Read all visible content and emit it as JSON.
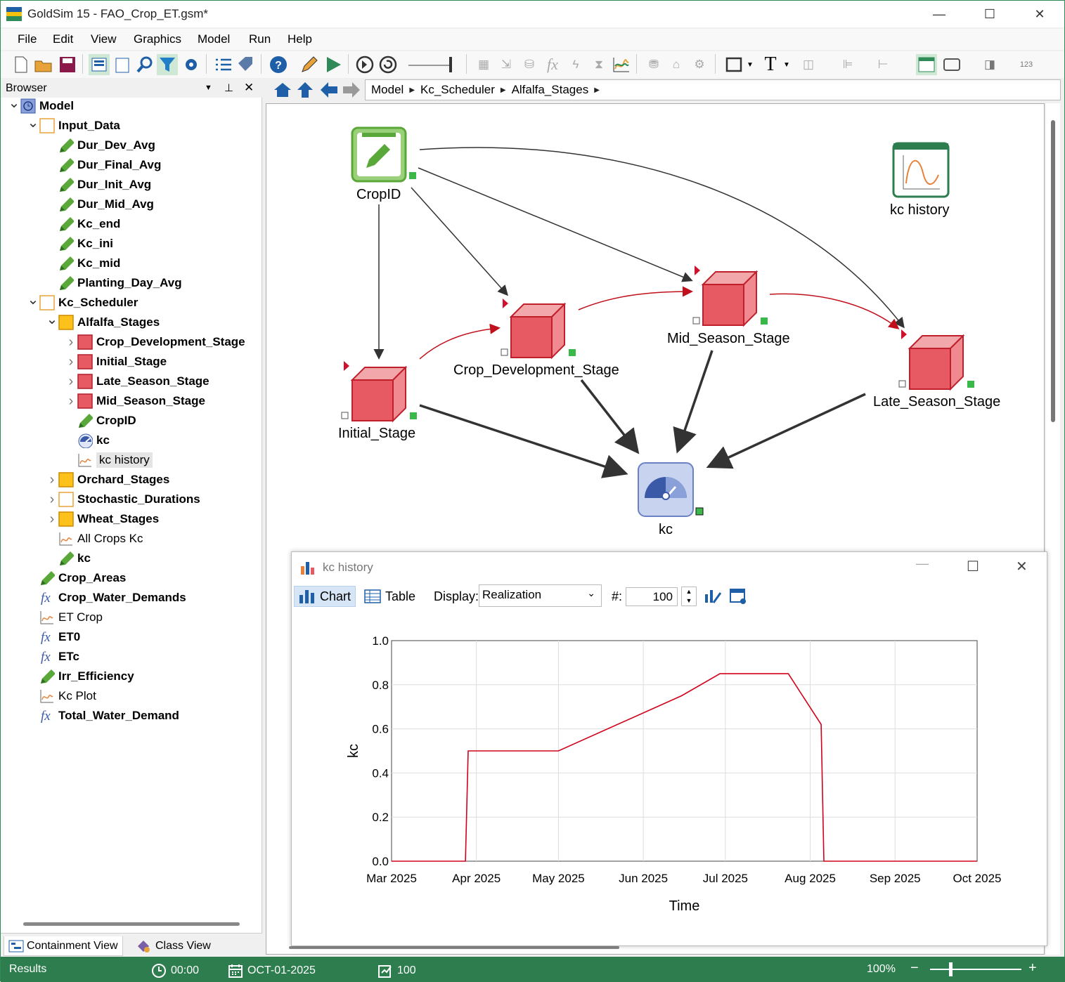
{
  "window": {
    "title": "GoldSim 15 - FAO_Crop_ET.gsm*"
  },
  "menu": [
    "File",
    "Edit",
    "View",
    "Graphics",
    "Model",
    "Run",
    "Help"
  ],
  "browser": {
    "title": "Browser",
    "tree": [
      {
        "label": "Model",
        "level": 0,
        "icon": "model-icon",
        "expand": "v",
        "bold": true
      },
      {
        "label": "Input_Data",
        "level": 1,
        "icon": "container-icon",
        "expand": "v",
        "bold": true
      },
      {
        "label": "Dur_Dev_Avg",
        "level": 2,
        "icon": "data-pencil-icon",
        "bold": true
      },
      {
        "label": "Dur_Final_Avg",
        "level": 2,
        "icon": "data-pencil-icon",
        "bold": true
      },
      {
        "label": "Dur_Init_Avg",
        "level": 2,
        "icon": "data-pencil-icon",
        "bold": true
      },
      {
        "label": "Dur_Mid_Avg",
        "level": 2,
        "icon": "data-pencil-icon",
        "bold": true
      },
      {
        "label": "Kc_end",
        "level": 2,
        "icon": "data-pencil-icon",
        "bold": true
      },
      {
        "label": "Kc_ini",
        "level": 2,
        "icon": "data-pencil-icon",
        "bold": true
      },
      {
        "label": "Kc_mid",
        "level": 2,
        "icon": "data-pencil-icon",
        "bold": true
      },
      {
        "label": "Planting_Day_Avg",
        "level": 2,
        "icon": "data-pencil-icon",
        "bold": true
      },
      {
        "label": "Kc_Scheduler",
        "level": 1,
        "icon": "container-icon",
        "expand": "v",
        "bold": true
      },
      {
        "label": "Alfalfa_Stages",
        "level": 2,
        "icon": "container-yellow-icon",
        "expand": "v",
        "bold": true
      },
      {
        "label": "Crop_Development_Stage",
        "level": 3,
        "icon": "status-box-icon",
        "expand": ">",
        "bold": true
      },
      {
        "label": "Initial_Stage",
        "level": 3,
        "icon": "status-box-icon",
        "expand": ">",
        "bold": true
      },
      {
        "label": "Late_Season_Stage",
        "level": 3,
        "icon": "status-box-icon",
        "expand": ">",
        "bold": true
      },
      {
        "label": "Mid_Season_Stage",
        "level": 3,
        "icon": "status-box-icon",
        "expand": ">",
        "bold": true
      },
      {
        "label": "CropID",
        "level": 3,
        "icon": "data-pencil-icon",
        "bold": true
      },
      {
        "label": "kc",
        "level": 3,
        "icon": "gauge-icon",
        "bold": true
      },
      {
        "label": "kc history",
        "level": 3,
        "icon": "chart-line-icon",
        "bold": false,
        "selected": true
      },
      {
        "label": "Orchard_Stages",
        "level": 2,
        "icon": "container-yellow-icon",
        "expand": ">",
        "bold": true
      },
      {
        "label": "Stochastic_Durations",
        "level": 2,
        "icon": "container-icon",
        "expand": ">",
        "bold": true
      },
      {
        "label": "Wheat_Stages",
        "level": 2,
        "icon": "container-yellow-icon",
        "expand": ">",
        "bold": true
      },
      {
        "label": "All Crops Kc",
        "level": 2,
        "icon": "chart-line-icon",
        "bold": false
      },
      {
        "label": "kc",
        "level": 2,
        "icon": "data-pencil-icon",
        "bold": true
      },
      {
        "label": "Crop_Areas",
        "level": 1,
        "icon": "data-pencil-icon",
        "bold": true
      },
      {
        "label": "Crop_Water_Demands",
        "level": 1,
        "icon": "fx-icon",
        "bold": true
      },
      {
        "label": "ET Crop",
        "level": 1,
        "icon": "chart-line-icon",
        "bold": false
      },
      {
        "label": "ET0",
        "level": 1,
        "icon": "fx-icon",
        "bold": true
      },
      {
        "label": "ETc",
        "level": 1,
        "icon": "fx-icon",
        "bold": true
      },
      {
        "label": "Irr_Efficiency",
        "level": 1,
        "icon": "data-pencil-icon",
        "bold": true
      },
      {
        "label": "Kc Plot",
        "level": 1,
        "icon": "chart-line-icon",
        "bold": false
      },
      {
        "label": "Total_Water_Demand",
        "level": 1,
        "icon": "fx-icon",
        "bold": true
      }
    ],
    "tabs": {
      "containment": "Containment View",
      "class": "Class View"
    }
  },
  "breadcrumb": [
    "Model",
    "Kc_Scheduler",
    "Alfalfa_Stages"
  ],
  "graph": {
    "cropid": "CropID",
    "kc_history": "kc history",
    "crop_dev": "Crop_Development_Stage",
    "mid": "Mid_Season_Stage",
    "initial": "Initial_Stage",
    "late": "Late_Season_Stage",
    "kc": "kc"
  },
  "chart_window": {
    "title": "kc history",
    "chart_tab": "Chart",
    "table_tab": "Table",
    "display_label": "Display:",
    "display_value": "Realization",
    "num_label": "#:",
    "num_value": "100"
  },
  "chart_data": {
    "type": "line",
    "title": "",
    "xlabel": "Time",
    "ylabel": "kc",
    "ylim": [
      0,
      1.0
    ],
    "yticks": [
      "0.0",
      "0.2",
      "0.4",
      "0.6",
      "0.8",
      "1.0"
    ],
    "xticks": [
      "Mar 2025",
      "Apr 2025",
      "May 2025",
      "Jun 2025",
      "Jul 2025",
      "Aug 2025",
      "Sep 2025",
      "Oct 2025"
    ],
    "xlim": [
      "2025-03-01",
      "2025-10-01"
    ],
    "grid": true,
    "series": [
      {
        "color": "#d0021b",
        "points": [
          [
            "2025-03-01",
            0.0
          ],
          [
            "2025-03-28",
            0.0
          ],
          [
            "2025-03-29",
            0.5
          ],
          [
            "2025-05-01",
            0.5
          ],
          [
            "2025-06-15",
            0.75
          ],
          [
            "2025-06-29",
            0.85
          ],
          [
            "2025-07-24",
            0.85
          ],
          [
            "2025-08-05",
            0.62
          ],
          [
            "2025-08-06",
            0.0
          ],
          [
            "2025-10-01",
            0.0
          ]
        ]
      }
    ]
  },
  "status": {
    "mode": "Results",
    "time": "00:00",
    "date": "OCT-01-2025",
    "realizations": "100",
    "zoom": "100%"
  },
  "colors": {
    "accent": "#2e7d4f",
    "series": "#d0021b",
    "stage": "#e85a63"
  }
}
